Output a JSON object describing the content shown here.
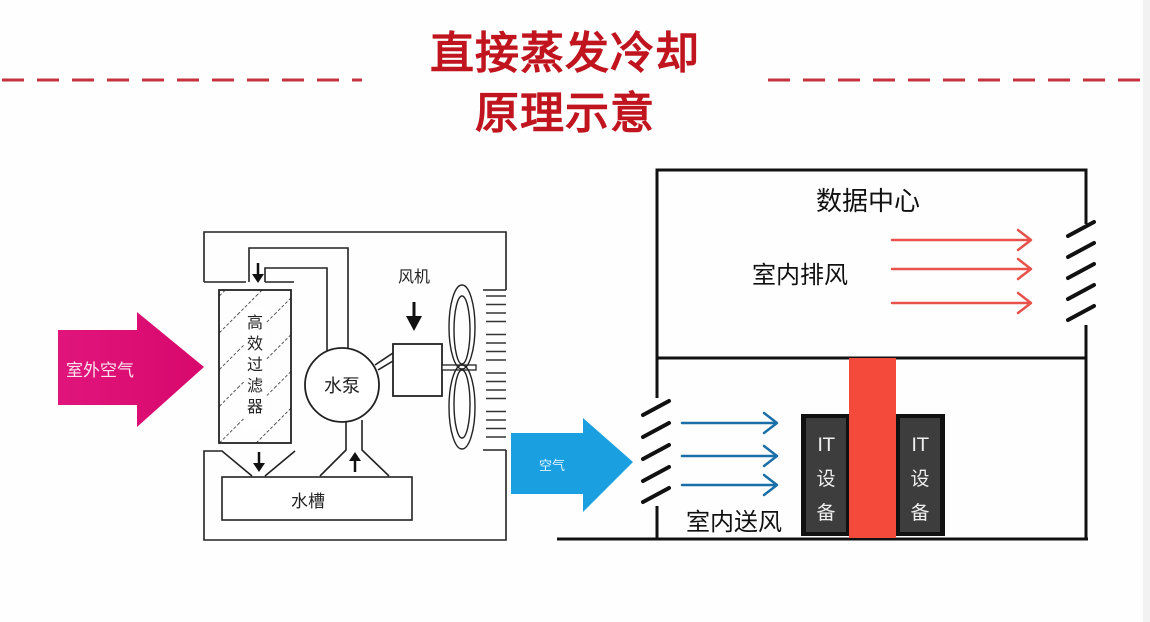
{
  "title": {
    "line1": "直接蒸发冷却",
    "line2": "原理示意"
  },
  "colors": {
    "title_red": "#c0151f",
    "outdoor_air_arrow": "#dc0a74",
    "supply_air_arrow": "#1aa0e0",
    "cool_air_arrows": "#1a6fa8",
    "exhaust_arrows": "#e8524a",
    "hot_aisle": "#f44a3c",
    "it_equipment": "#3d3d3d"
  },
  "evaporative_unit": {
    "outdoor_air_label": "室外空气",
    "filter_label_chars": [
      "高",
      "效",
      "过",
      "滤",
      "器"
    ],
    "pump_label": "水泵",
    "fan_label": "风机",
    "tank_label": "水槽"
  },
  "data_center": {
    "title": "数据中心",
    "exhaust_label": "室内排风",
    "supply_label": "室内送风",
    "air_in_label": "空气",
    "it_racks": [
      {
        "line1": "IT",
        "line2": "设",
        "line3": "备"
      },
      {
        "line1": "IT",
        "line2": "设",
        "line3": "备"
      }
    ]
  }
}
